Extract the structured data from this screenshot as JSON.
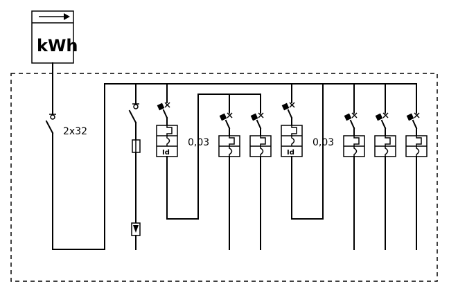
{
  "diagram": {
    "title": "Single-line electrical distribution board diagram",
    "meter": {
      "label": "kWh",
      "icon": "arrow-right-icon"
    },
    "main_switch": {
      "label": "2x32"
    },
    "rcd_groups": [
      {
        "sensitivity_label": "0,03",
        "rcd_symbol": "Id",
        "circuit_count": 2
      },
      {
        "sensitivity_label": "0,03",
        "rcd_symbol": "Id",
        "circuit_count": 3
      }
    ],
    "surge_protector": {
      "icon": "arrow-down-icon"
    },
    "enclosure": "distribution-board-dashed-boundary"
  }
}
